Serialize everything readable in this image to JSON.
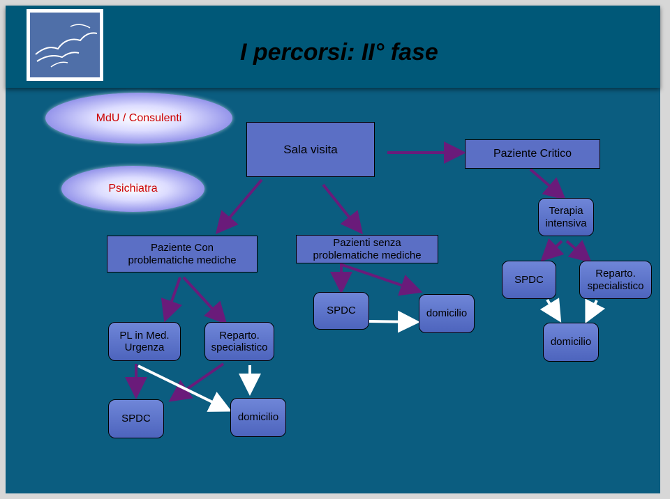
{
  "title": "I percorsi: II° fase",
  "colors": {
    "purple_arrow": "#6a1b7a",
    "white_arrow": "#ffffff",
    "box_blue": "#5b6fc5",
    "oval_text": "#cc0000"
  },
  "sources": {
    "mdu": "MdU / Consulenti",
    "psichiatra": "Psichiatra"
  },
  "nodes": {
    "sala_visita": "Sala visita",
    "paziente_critico": "Paziente Critico",
    "paziente_con": "Paziente Con problematiche mediche",
    "pazienti_senza": "Pazienti senza problematiche mediche",
    "terapia_intensiva": "Terapia intensiva",
    "spdc_right": "SPDC",
    "reparto_right": "Reparto. specialistico",
    "spdc_mid": "SPDC",
    "domicilio_mid": "domicilio",
    "domicilio_right": "domicilio",
    "pl_med_urgenza": "PL in Med. Urgenza",
    "reparto_left": "Reparto. specialistico",
    "spdc_bottom": "SPDC",
    "domicilio_bottom": "domicilio"
  }
}
